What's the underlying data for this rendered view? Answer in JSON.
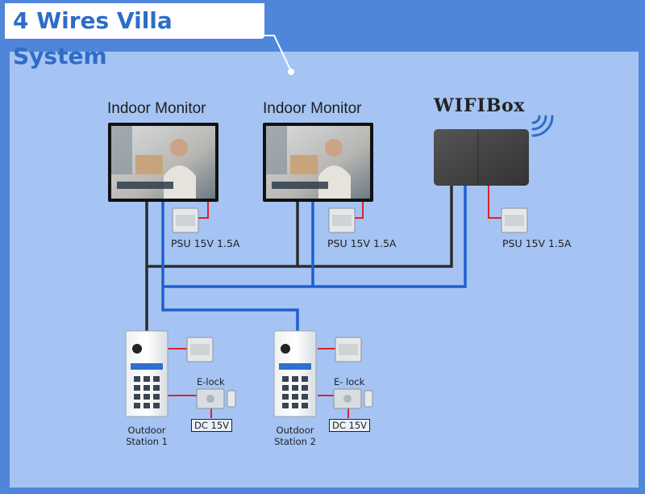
{
  "title": "4 Wires Villa System",
  "monitors": [
    {
      "label": "Indoor Monitor"
    },
    {
      "label": "Indoor Monitor"
    }
  ],
  "wifibox": {
    "prefix": "WIFI",
    "suffix": "Box"
  },
  "psu_labels": [
    "PSU 15V 1.5A",
    "PSU 15V 1.5A",
    "PSU 15V 1.5A"
  ],
  "stations": [
    {
      "line1": "Outdoor",
      "line2": "Station 1",
      "elock": "E-lock",
      "dc": "DC 15V"
    },
    {
      "line1": "Outdoor",
      "line2": "Station 2",
      "elock": "E- lock",
      "dc": "DC 15V"
    }
  ],
  "colors": {
    "background": "#4f86d9",
    "panel": "#a5c4f4",
    "wire_black": "#2c2c2c",
    "wire_blue": "#1f5fcf",
    "wire_red": "#d9232c",
    "title_text": "#2e6cc7"
  }
}
